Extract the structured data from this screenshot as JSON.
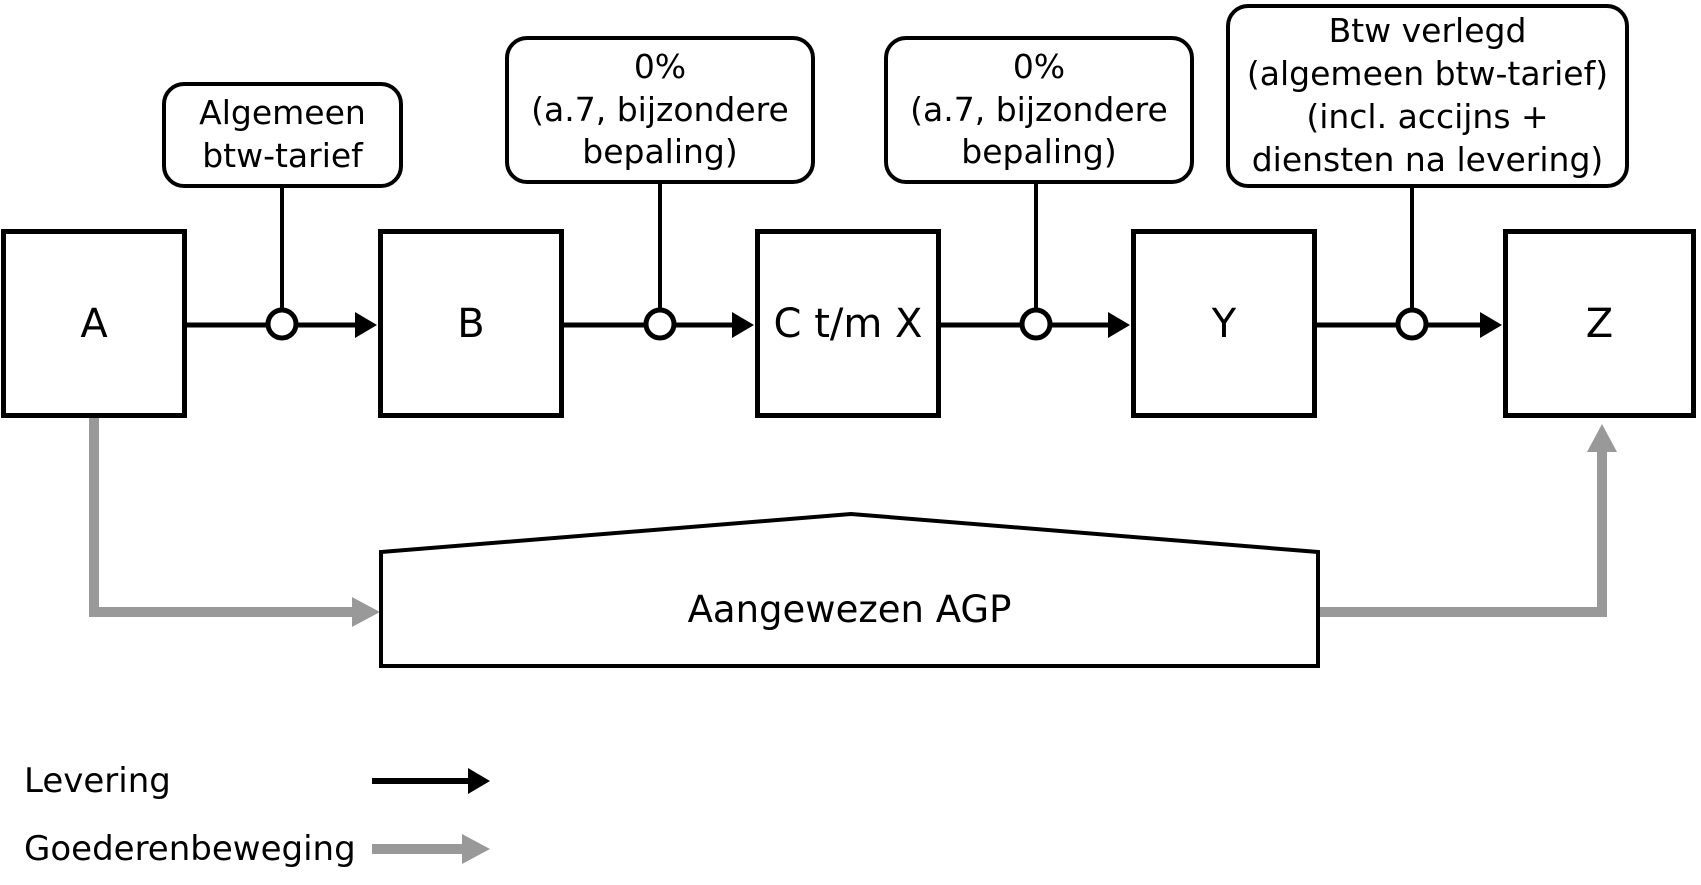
{
  "diagram": {
    "nodes": [
      {
        "label": "A"
      },
      {
        "label": "B"
      },
      {
        "label": "C t/m X"
      },
      {
        "label": "Y"
      },
      {
        "label": "Z"
      }
    ],
    "callouts": [
      {
        "lines": [
          "Algemeen",
          "btw-tarief"
        ]
      },
      {
        "lines": [
          "0%",
          "(a.7, bijzondere",
          "bepaling)"
        ]
      },
      {
        "lines": [
          "0%",
          "(a.7, bijzondere",
          "bepaling)"
        ]
      },
      {
        "lines": [
          "Btw verlegd",
          "(algemeen btw-tarief)",
          "(incl. accijns +",
          "diensten na levering)"
        ]
      }
    ],
    "warehouse_label": "Aangewezen AGP",
    "legend": {
      "levering_label": "Levering",
      "goederenbeweging_label": "Goederenbeweging"
    },
    "colors": {
      "line": "#000000",
      "goods": "#999999"
    }
  }
}
